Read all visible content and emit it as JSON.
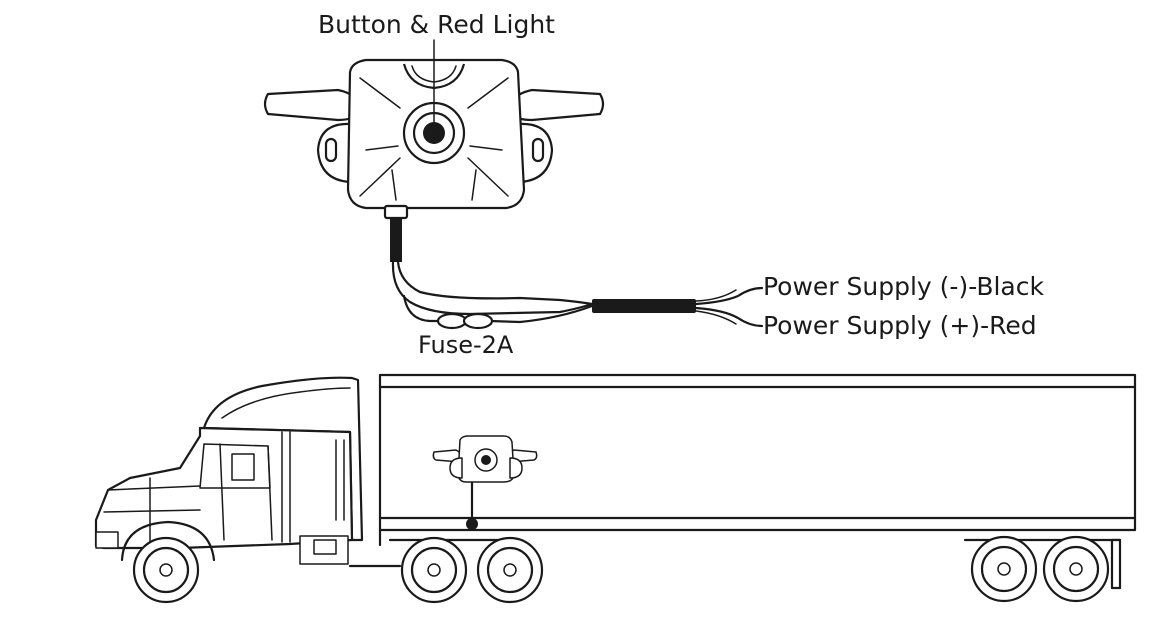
{
  "labels": {
    "button_light": "Button & Red Light",
    "supply_negative": "Power Supply (-)-Black",
    "supply_positive": "Power Supply (+)-Red",
    "fuse": "Fuse-2A"
  },
  "colors": {
    "line": "#1a1a1a",
    "background": "#ffffff"
  }
}
